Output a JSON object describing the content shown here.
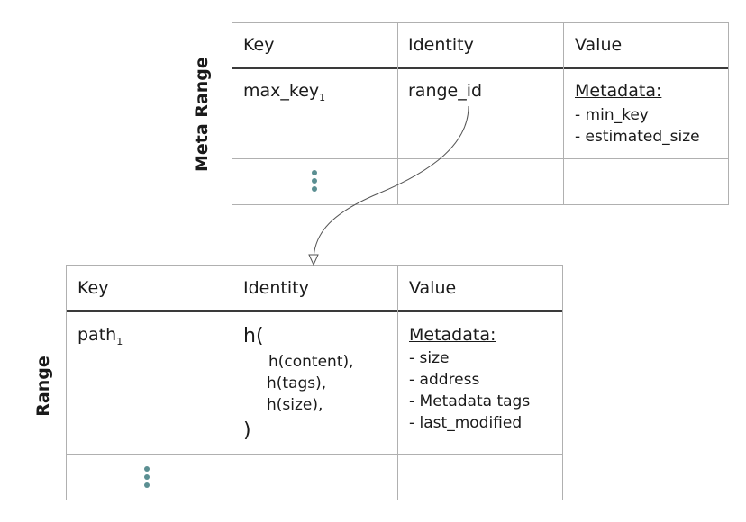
{
  "meta_range": {
    "side_label": "Meta Range",
    "headers": {
      "key": "Key",
      "identity": "Identity",
      "value": "Value"
    },
    "row": {
      "key": "max_key",
      "key_sub": "1",
      "identity": "range_id",
      "value_title": "Metadata:",
      "value_items": [
        "- min_key",
        "- estimated_size"
      ]
    }
  },
  "range": {
    "side_label": "Range",
    "headers": {
      "key": "Key",
      "identity": "Identity",
      "value": "Value"
    },
    "row": {
      "key": "path",
      "key_sub": "1",
      "identity_open": "h(",
      "identity_items": [
        "h(content),",
        "h(tags),",
        "h(size),"
      ],
      "identity_close": ")",
      "value_title": "Metadata:",
      "value_items": [
        "- size",
        "- address",
        "- Metadata tags",
        "- last_modified"
      ]
    }
  },
  "colors": {
    "grid": "#b0b0b0",
    "header_rule": "#3a3a3a",
    "dots": "#5b8f92",
    "arrow": "#555555"
  }
}
